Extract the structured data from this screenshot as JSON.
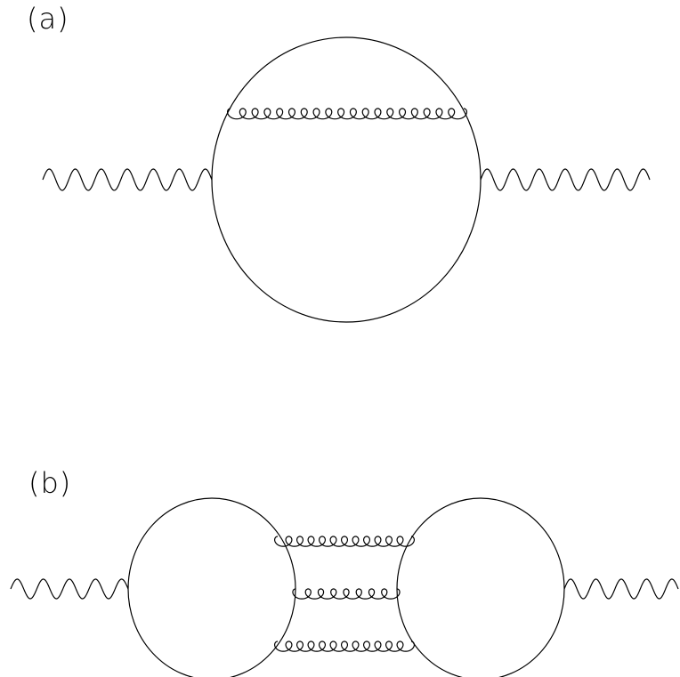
{
  "diagram_a": {
    "label": "(a)",
    "colors": {
      "stroke": "#000000",
      "background": "#ffffff"
    },
    "particles": [
      "photon-line",
      "fermion-loop",
      "gluon-line"
    ]
  },
  "diagram_b": {
    "label": "(b)",
    "colors": {
      "stroke": "#000000",
      "background": "#ffffff"
    },
    "particles": [
      "photon-line",
      "fermion-loop",
      "fermion-loop",
      "gluon-line",
      "gluon-line",
      "gluon-line"
    ]
  }
}
